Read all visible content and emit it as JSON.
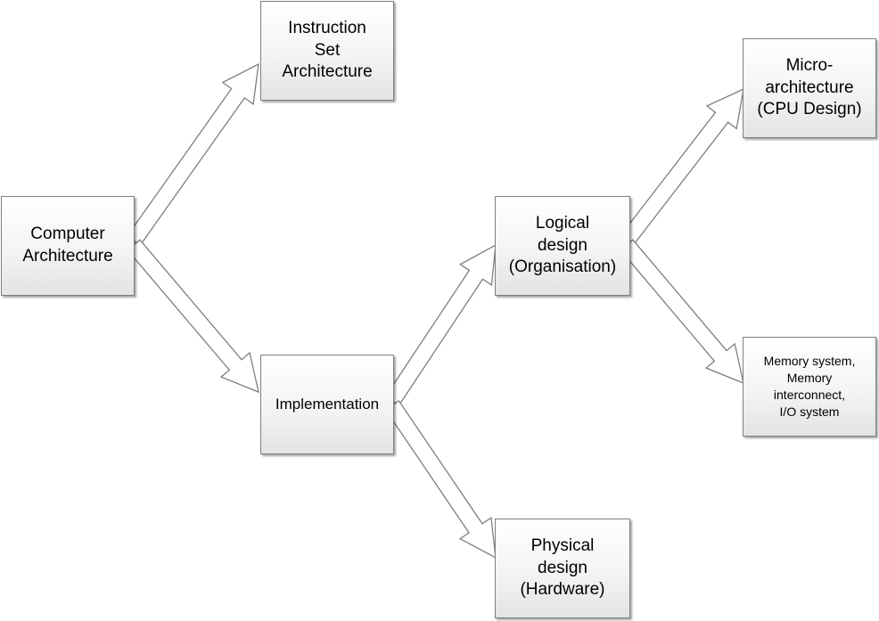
{
  "nodes": {
    "isa": {
      "lines": [
        "Instruction",
        "Set",
        "Architecture"
      ]
    },
    "computer_architecture": {
      "lines": [
        "Computer",
        "Architecture"
      ]
    },
    "implementation": {
      "lines": [
        "Implementation"
      ]
    },
    "logical_design": {
      "lines": [
        "Logical",
        "design",
        "(Organisation)"
      ]
    },
    "physical_design": {
      "lines": [
        "Physical",
        "design",
        "(Hardware)"
      ]
    },
    "microarchitecture": {
      "lines": [
        "Micro-",
        "architecture",
        "(CPU Design)"
      ]
    },
    "memory_system": {
      "lines": [
        "Memory system,",
        "Memory",
        "interconnect,",
        "I/O system"
      ]
    }
  },
  "edges": [
    {
      "from": "computer_architecture",
      "to": "isa"
    },
    {
      "from": "computer_architecture",
      "to": "implementation"
    },
    {
      "from": "implementation",
      "to": "logical_design"
    },
    {
      "from": "implementation",
      "to": "physical_design"
    },
    {
      "from": "logical_design",
      "to": "microarchitecture"
    },
    {
      "from": "logical_design",
      "to": "memory_system"
    }
  ],
  "colors": {
    "box_border": "#7f7f7f",
    "arrow_fill": "#ffffff",
    "arrow_stroke": "#7f7f7f"
  }
}
